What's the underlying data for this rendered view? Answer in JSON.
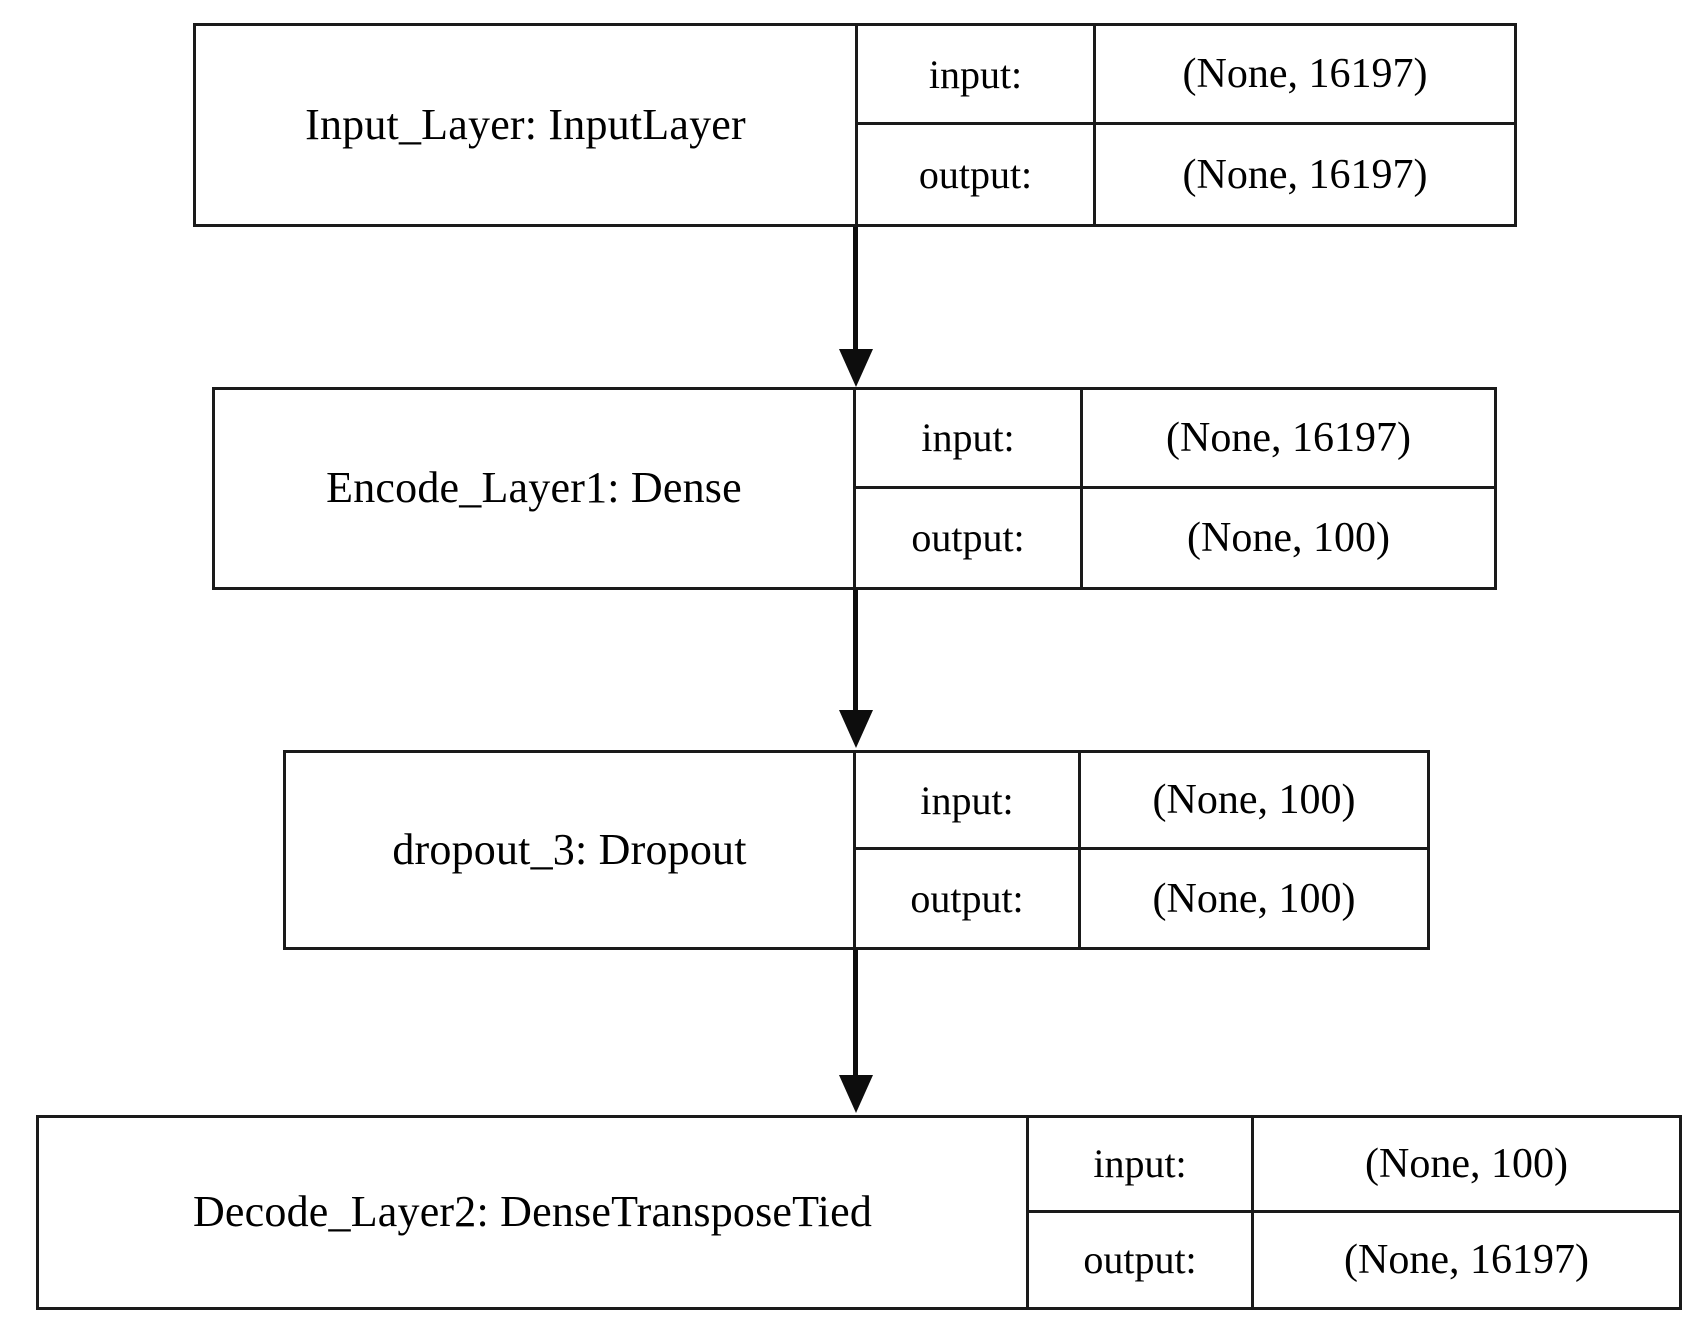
{
  "diagram": {
    "title": "Keras model architecture graph",
    "io_labels": {
      "input": "input:",
      "output": "output:"
    },
    "layers": [
      {
        "id": "input-layer",
        "name": "Input_Layer: InputLayer",
        "input_shape": "(None, 16197)",
        "output_shape": "(None, 16197)"
      },
      {
        "id": "encode-layer1",
        "name": "Encode_Layer1: Dense",
        "input_shape": "(None, 16197)",
        "output_shape": "(None, 100)"
      },
      {
        "id": "dropout-3",
        "name": "dropout_3: Dropout",
        "input_shape": "(None, 100)",
        "output_shape": "(None, 100)"
      },
      {
        "id": "decode-layer2",
        "name": "Decode_Layer2: DenseTransposeTied",
        "input_shape": "(None, 100)",
        "output_shape": "(None, 16197)"
      }
    ],
    "connections": [
      {
        "from": "input-layer",
        "to": "encode-layer1"
      },
      {
        "from": "encode-layer1",
        "to": "dropout-3"
      },
      {
        "from": "dropout-3",
        "to": "decode-layer2"
      }
    ],
    "colors": {
      "border": "#1a1a1a",
      "arrow": "#0d0d0d",
      "background": "#ffffff",
      "text": "#000000"
    }
  }
}
